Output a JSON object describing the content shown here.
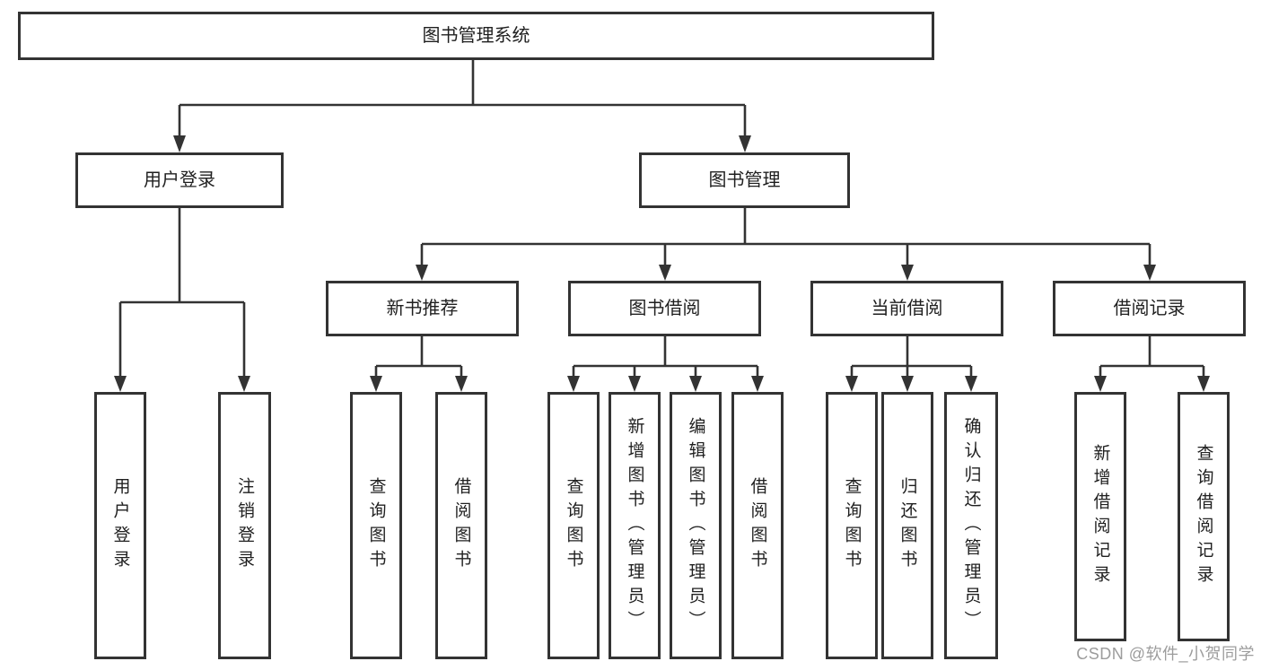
{
  "diagram": {
    "type": "tree",
    "root": {
      "label": "图书管理系统",
      "children": [
        {
          "label": "用户登录",
          "children": [
            {
              "label": "用户登录"
            },
            {
              "label": "注销登录"
            }
          ]
        },
        {
          "label": "图书管理",
          "children": [
            {
              "label": "新书推荐",
              "children": [
                {
                  "label": "查询图书"
                },
                {
                  "label": "借阅图书"
                }
              ]
            },
            {
              "label": "图书借阅",
              "children": [
                {
                  "label": "查询图书"
                },
                {
                  "label": "新增图书（管理员）"
                },
                {
                  "label": "编辑图书（管理员）"
                },
                {
                  "label": "借阅图书"
                }
              ]
            },
            {
              "label": "当前借阅",
              "children": [
                {
                  "label": "查询图书"
                },
                {
                  "label": "归还图书"
                },
                {
                  "label": "确认归还（管理员）"
                }
              ]
            },
            {
              "label": "借阅记录",
              "children": [
                {
                  "label": "新增借阅记录"
                },
                {
                  "label": "查询借阅记录"
                }
              ]
            }
          ]
        }
      ]
    }
  },
  "watermark": {
    "text": "CSDN @软件_小贺同学"
  },
  "colors": {
    "line": "#333333",
    "box_border": "#333333",
    "text": "#1f1f1f",
    "watermark": "#9c9c9c",
    "background": "#ffffff"
  }
}
